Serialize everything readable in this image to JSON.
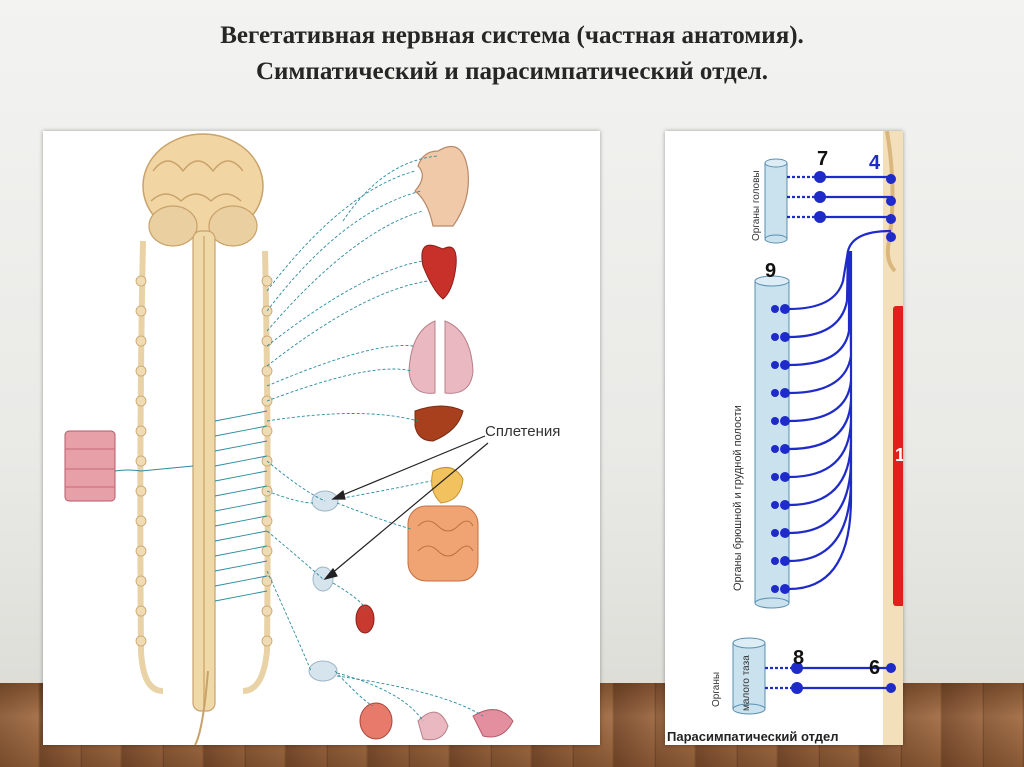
{
  "slide": {
    "title_line1": "Вегетативная нервная система (частная анатомия).",
    "title_line2": "Симпатический и парасимпатический отдел."
  },
  "left_diagram": {
    "plexus_label": "Сплетения"
  },
  "right_diagram": {
    "head_organs_label": "Органы головы",
    "thoracoabdominal_label": "Органы брюшной и грудной полости",
    "pelvic_label_line1": "Органы",
    "pelvic_label_line2": "малого таза",
    "caption": "Парасимпатический  отдел",
    "number_7": "7",
    "number_4": "4",
    "number_9": "9",
    "number_8": "8",
    "number_6": "6",
    "number_partial": "1"
  },
  "colors": {
    "nerve_teal": "#2b8c9e",
    "nerve_blue": "#1f2bc9",
    "spine_beige": "#f0d9a8",
    "red_bar": "#e0201c"
  }
}
